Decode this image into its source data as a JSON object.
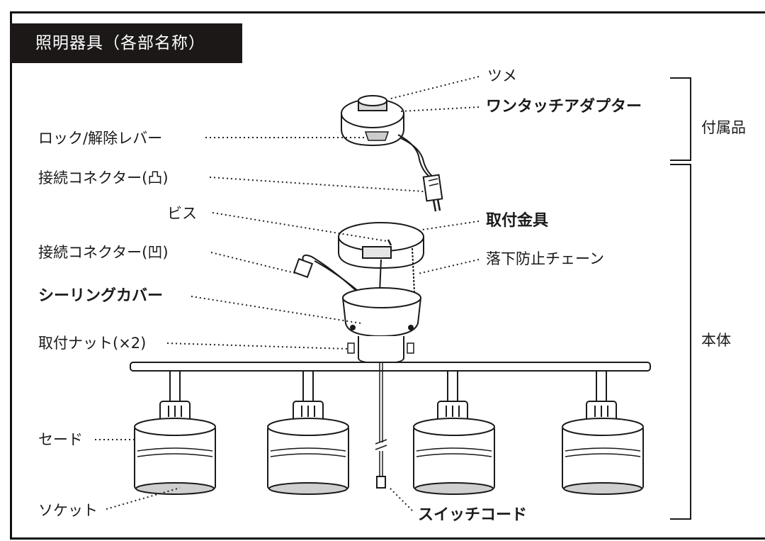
{
  "title": "照明器具（各部名称）",
  "labels": {
    "tsume": "ツメ",
    "one_touch_adapter": "ワンタッチアダプター",
    "lock_lever": "ロック/解除レバー",
    "connector_convex": "接続コネクター(凸)",
    "screw": "ビス",
    "mounting_bracket": "取付金具",
    "connector_concave": "接続コネクター(凹)",
    "safety_chain": "落下防止チェーン",
    "ceiling_cover": "シーリングカバー",
    "mounting_nut": "取付ナット(×2)",
    "shade": "セード",
    "socket": "ソケット",
    "switch_cord": "スイッチコード"
  },
  "groups": {
    "accessories": "付属品",
    "main_body": "本体"
  }
}
